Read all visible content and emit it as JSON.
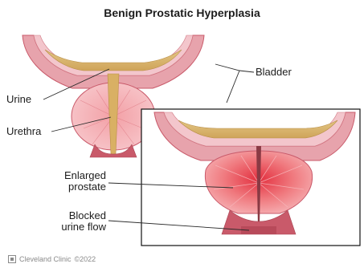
{
  "title": "Benign Prostatic Hyperplasia",
  "labels": {
    "bladder": "Bladder",
    "urine": "Urine",
    "urethra": "Urethra",
    "enlarged_prostate_line1": "Enlarged",
    "enlarged_prostate_line2": "prostate",
    "blocked_line1": "Blocked",
    "blocked_line2": "urine flow"
  },
  "footer": {
    "brand": "Cleveland Clinic",
    "copyright": "©2022"
  },
  "colors": {
    "tissue_outer": "#e7a3ac",
    "tissue_inner": "#f3c6cc",
    "muscle": "#c95a6a",
    "urine": "#d8b56a",
    "prostate": "#f08a8c",
    "prostate_core": "#e2434e"
  }
}
